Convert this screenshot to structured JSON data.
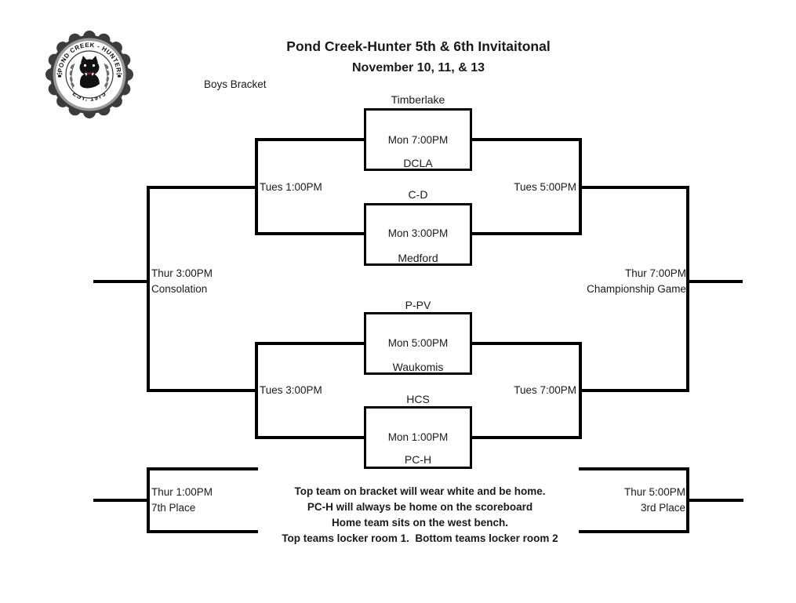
{
  "header": {
    "title": "Pond Creek-Hunter 5th & 6th Invitaitonal",
    "subtitle": "November 10, 11, & 13",
    "bracket_label": "Boys Bracket"
  },
  "logo": {
    "ring_top_text": "POND CREEK - HUNTER",
    "ring_bottom_text": "EST. 1975"
  },
  "first_round": {
    "game1": {
      "top_team": "Timberlake",
      "time": "Mon 7:00PM",
      "bottom_team": "DCLA"
    },
    "game2": {
      "top_team": "C-D",
      "time": "Mon 3:00PM",
      "bottom_team": "Medford"
    },
    "game3": {
      "top_team": "P-PV",
      "time": "Mon 5:00PM",
      "bottom_team": "Waukomis"
    },
    "game4": {
      "top_team": "HCS",
      "time": "Mon 1:00PM",
      "bottom_team": "PC-H"
    }
  },
  "semifinals": {
    "consolation_top_time": "Tues 1:00PM",
    "consolation_bottom_time": "Tues 3:00PM",
    "winners_top_time": "Tues 5:00PM",
    "winners_bottom_time": "Tues 7:00PM"
  },
  "finals": {
    "consolation": {
      "time": "Thur 3:00PM",
      "label": "Consolation"
    },
    "championship": {
      "time": "Thur 7:00PM",
      "label": "Championship Game"
    },
    "seventh_place": {
      "time": "Thur 1:00PM",
      "label": "7th Place"
    },
    "third_place": {
      "time": "Thur 5:00PM",
      "label": "3rd Place"
    }
  },
  "notes": [
    "Top team on bracket will wear white and be home.",
    "PC-H will always be home on the scoreboard",
    "Home team sits on the west bench.",
    "Top teams locker room 1.  Bottom teams locker room 2"
  ]
}
